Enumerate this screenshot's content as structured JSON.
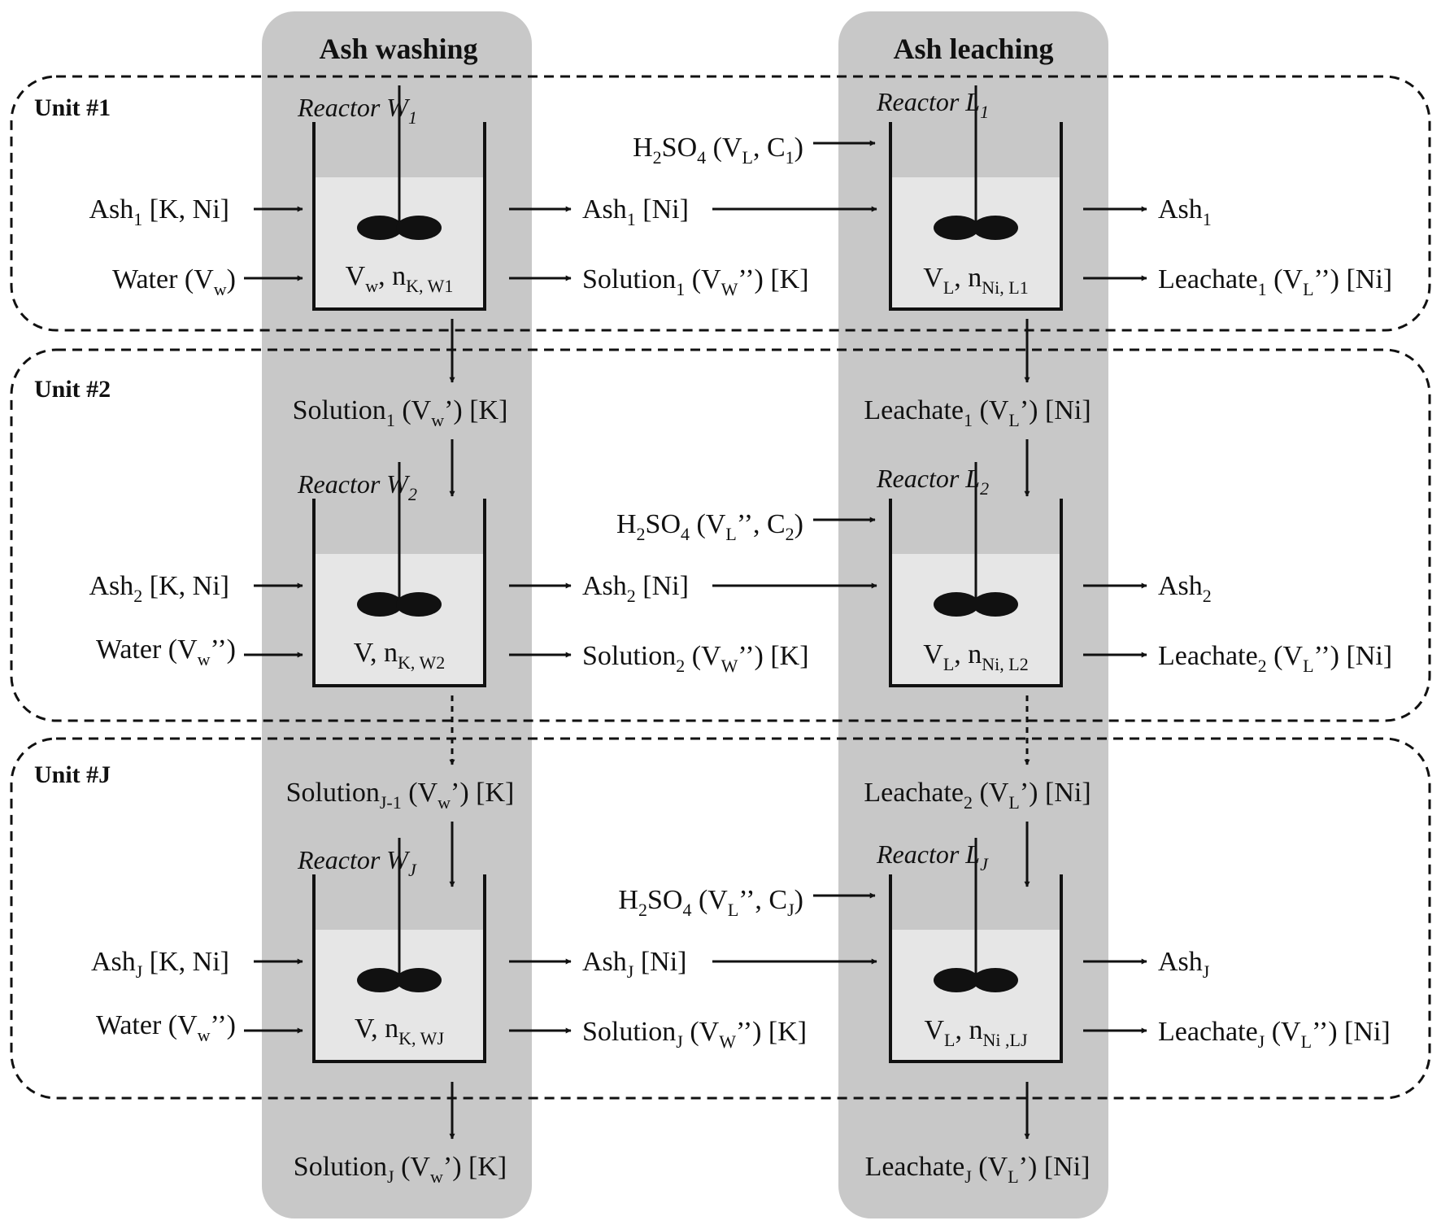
{
  "columns": {
    "washing": "Ash washing",
    "leaching": "Ash leaching"
  },
  "units": [
    "Unit #1",
    "Unit #2",
    "Unit #J"
  ],
  "colors": {
    "column_band": "#c8c8c8",
    "tank_liquid": "#e6e6e6",
    "ink": "#111111"
  },
  "stages": [
    {
      "reactor_w": {
        "main": "Reactor W",
        "sub": "1"
      },
      "reactor_l": {
        "main": "Reactor L",
        "sub": "1"
      },
      "ash_in": {
        "a": "Ash",
        "sub": "1",
        "b": " [K, Ni]"
      },
      "water_in": {
        "a": "Water (V",
        "sub": "w",
        "b": ")"
      },
      "tank_w": {
        "a": "V",
        "sub1": "w",
        "b": ", n",
        "sub2": "K, W",
        "sub3": "1"
      },
      "ash_mid": {
        "a": "Ash",
        "sub": "1",
        "b": " [Ni]"
      },
      "solution_out": {
        "a": "Solution",
        "sub": "1",
        "b": " (V",
        "sub2": "W",
        "c": "’’) [K]"
      },
      "h2so4": {
        "a": "H",
        "sub1": "2",
        "b": "SO",
        "sub2": "4",
        "c": " (V",
        "sub3": "L",
        "d": ", C",
        "sub4": "1",
        "e": ")"
      },
      "tank_l": {
        "a": "V",
        "sub1": "L",
        "b": ", n",
        "sub2": "Ni, L",
        "sub3": "1"
      },
      "ash_out": {
        "a": "Ash",
        "sub": "1",
        "b": ""
      },
      "leachate_out": {
        "a": "Leachate",
        "sub": "1",
        "b": " (V",
        "sub2": "L",
        "c": "’’) [Ni]"
      }
    },
    {
      "reactor_w": {
        "main": "Reactor W",
        "sub": "2"
      },
      "reactor_l": {
        "main": "Reactor L",
        "sub": "2"
      },
      "ash_in": {
        "a": "Ash",
        "sub": "2",
        "b": " [K, Ni]"
      },
      "water_in": {
        "a": "Water (V",
        "sub": "w",
        "b": "’’)"
      },
      "tank_w": {
        "a": "V, n",
        "sub1": "",
        "b": "",
        "sub2": "K, W",
        "sub3": "2"
      },
      "ash_mid": {
        "a": "Ash",
        "sub": "2",
        "b": " [Ni]"
      },
      "solution_out": {
        "a": "Solution",
        "sub": "2",
        "b": " (V",
        "sub2": "W",
        "c": "’’) [K]"
      },
      "h2so4": {
        "a": "H",
        "sub1": "2",
        "b": "SO",
        "sub2": "4",
        "c": " (V",
        "sub3": "L",
        "d": "’’, C",
        "sub4": "2",
        "e": ")"
      },
      "tank_l": {
        "a": "V",
        "sub1": "L",
        "b": ", n",
        "sub2": "Ni, L",
        "sub3": "2"
      },
      "ash_out": {
        "a": "Ash",
        "sub": "2",
        "b": ""
      },
      "leachate_out": {
        "a": "Leachate",
        "sub": "2",
        "b": " (V",
        "sub2": "L",
        "c": "’’) [Ni]"
      }
    },
    {
      "reactor_w": {
        "main": "Reactor W",
        "sub": "J"
      },
      "reactor_l": {
        "main": "Reactor L",
        "sub": "J"
      },
      "ash_in": {
        "a": "Ash",
        "sub": "J",
        "b": " [K, Ni]"
      },
      "water_in": {
        "a": "Water (V",
        "sub": "w",
        "b": "’’)"
      },
      "tank_w": {
        "a": "V, n",
        "sub1": "",
        "b": "",
        "sub2": "K, W",
        "sub3": "J"
      },
      "ash_mid": {
        "a": "Ash",
        "sub": "J",
        "b": " [Ni]"
      },
      "solution_out": {
        "a": "Solution",
        "sub": "J",
        "b": " (V",
        "sub2": "W",
        "c": "’’) [K]"
      },
      "h2so4": {
        "a": "H",
        "sub1": "2",
        "b": "SO",
        "sub2": "4",
        "c": " (V",
        "sub3": "L",
        "d": "’’, C",
        "sub4": "J",
        "e": ")"
      },
      "tank_l": {
        "a": "V",
        "sub1": "L",
        "b": ", n",
        "sub2": "Ni ,L",
        "sub3": "J"
      },
      "ash_out": {
        "a": "Ash",
        "sub": "J",
        "b": ""
      },
      "leachate_out": {
        "a": "Leachate",
        "sub": "J",
        "b": " (V",
        "sub2": "L",
        "c": "’’) [Ni]"
      }
    }
  ],
  "transfers": [
    {
      "solution": {
        "a": "Solution",
        "sub": "1",
        "b": " (V",
        "sub2": "w",
        "c": "’) [K]"
      },
      "leachate": {
        "a": "Leachate",
        "sub": "1",
        "b": " (V",
        "sub2": "L",
        "c": "’) [Ni]"
      }
    },
    {
      "solution": {
        "a": "Solution",
        "sub": "J-1",
        "b": " (V",
        "sub2": "w",
        "c": "’) [K]"
      },
      "leachate": {
        "a": "Leachate",
        "sub": "2",
        "b": " (V",
        "sub2": "L",
        "c": "’) [Ni]"
      }
    },
    {
      "solution": {
        "a": "Solution",
        "sub": "J",
        "b": " (V",
        "sub2": "w",
        "c": "’) [K]"
      },
      "leachate": {
        "a": "Leachate",
        "sub": "J",
        "b": " (V",
        "sub2": "L",
        "c": "’) [Ni]"
      }
    }
  ]
}
